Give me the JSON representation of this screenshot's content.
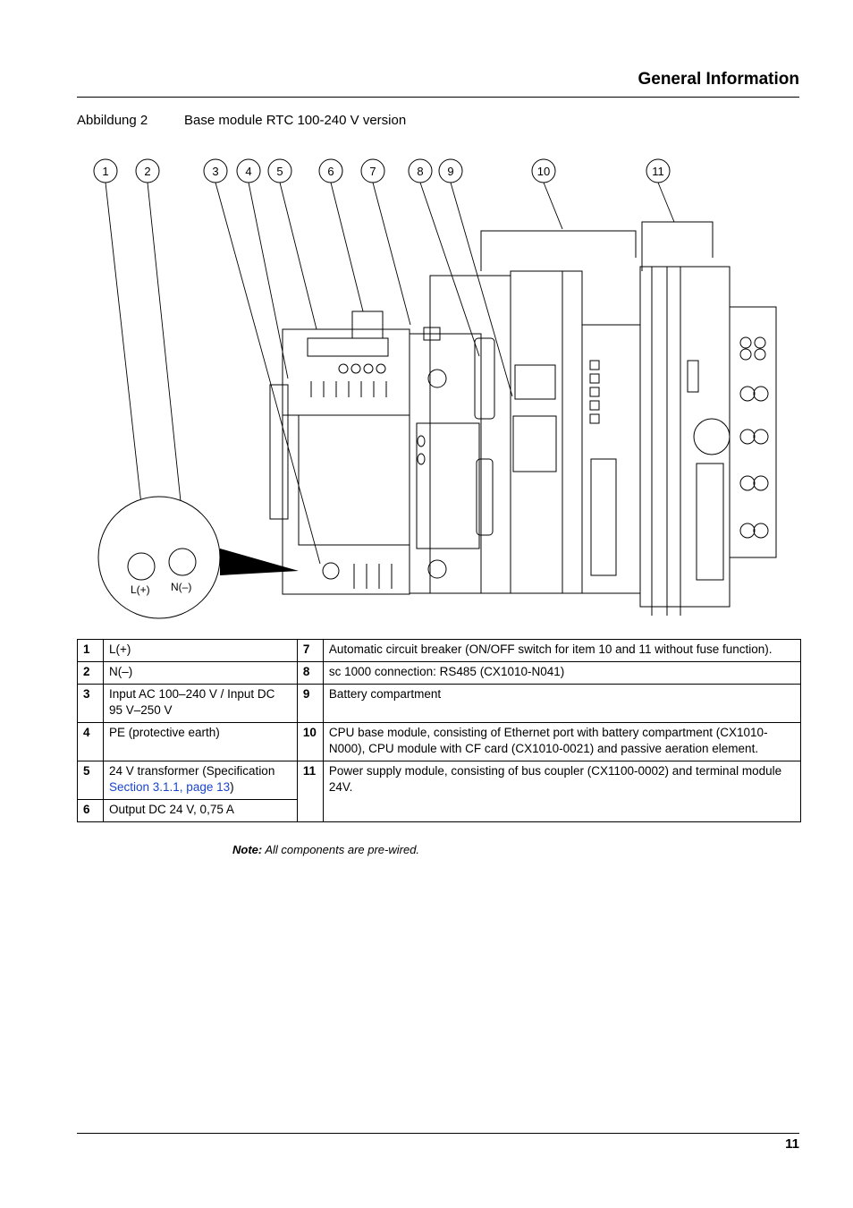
{
  "header": {
    "title": "General Information"
  },
  "figure": {
    "number": "Abbildung 2",
    "title": "Base module RTC 100-240 V version",
    "callouts": [
      "1",
      "2",
      "3",
      "4",
      "5",
      "6",
      "7",
      "8",
      "9",
      "10",
      "11"
    ],
    "inset_labels": {
      "l_plus": "L(+)",
      "n_minus": "N(–)"
    }
  },
  "legend": {
    "left": [
      {
        "num": "1",
        "text": "L(+)"
      },
      {
        "num": "2",
        "text": "N(–)"
      },
      {
        "num": "3",
        "text": "Input AC 100–240 V / Input DC 95 V–250 V"
      },
      {
        "num": "4",
        "text": "PE (protective earth)"
      },
      {
        "num": "5",
        "text_before": "24 V transformer (Specification ",
        "link": "Section 3.1.1, page 13",
        "text_after": ")"
      },
      {
        "num": "6",
        "text": "Output DC 24 V, 0,75 A"
      }
    ],
    "right": [
      {
        "num": "7",
        "text": "Automatic circuit breaker (ON/OFF switch for item 10 and 11 without fuse function)."
      },
      {
        "num": "8",
        "text": "sc 1000 connection: RS485 (CX1010-N041)"
      },
      {
        "num": "9",
        "text": "Battery compartment"
      },
      {
        "num": "10",
        "text": "CPU base module, consisting of Ethernet port with battery compartment (CX1010-N000), CPU module with CF card (CX1010-0021) and passive aeration element."
      },
      {
        "num": "11",
        "text": "Power supply module, consisting of bus coupler (CX1100-0002) and terminal module 24V."
      }
    ]
  },
  "note": {
    "label": "Note:",
    "text": " All components are pre-wired."
  },
  "footer": {
    "page_number": "11"
  }
}
